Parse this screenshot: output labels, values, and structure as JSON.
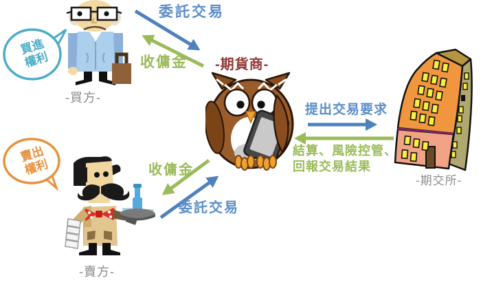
{
  "diagram": "futures-trading-flow",
  "labels": {
    "buyer": "-買方-",
    "seller": "-賣方-",
    "broker": "-期貨商-",
    "exchange": "-期交所-"
  },
  "bubbles": {
    "buy": {
      "line1": "買進",
      "line2": "權利"
    },
    "sell": {
      "line1": "賣出",
      "line2": "權利"
    }
  },
  "flows": {
    "buyer_entrust": "委託交易",
    "buyer_commission": "收傭金",
    "seller_entrust": "委託交易",
    "seller_commission": "收傭金",
    "request": "提出交易要求",
    "result_line1": "結算、風險控管、",
    "result_line2": "回報交易結果"
  },
  "colors": {
    "arrow_blue": "#4f81bd",
    "text_blue": "#5b8dc9",
    "green": "#9bbb59",
    "dark_red": "#953735",
    "teal": "#4bacc6",
    "orange": "#e8913d",
    "label_gray": "#8c8c8c"
  }
}
